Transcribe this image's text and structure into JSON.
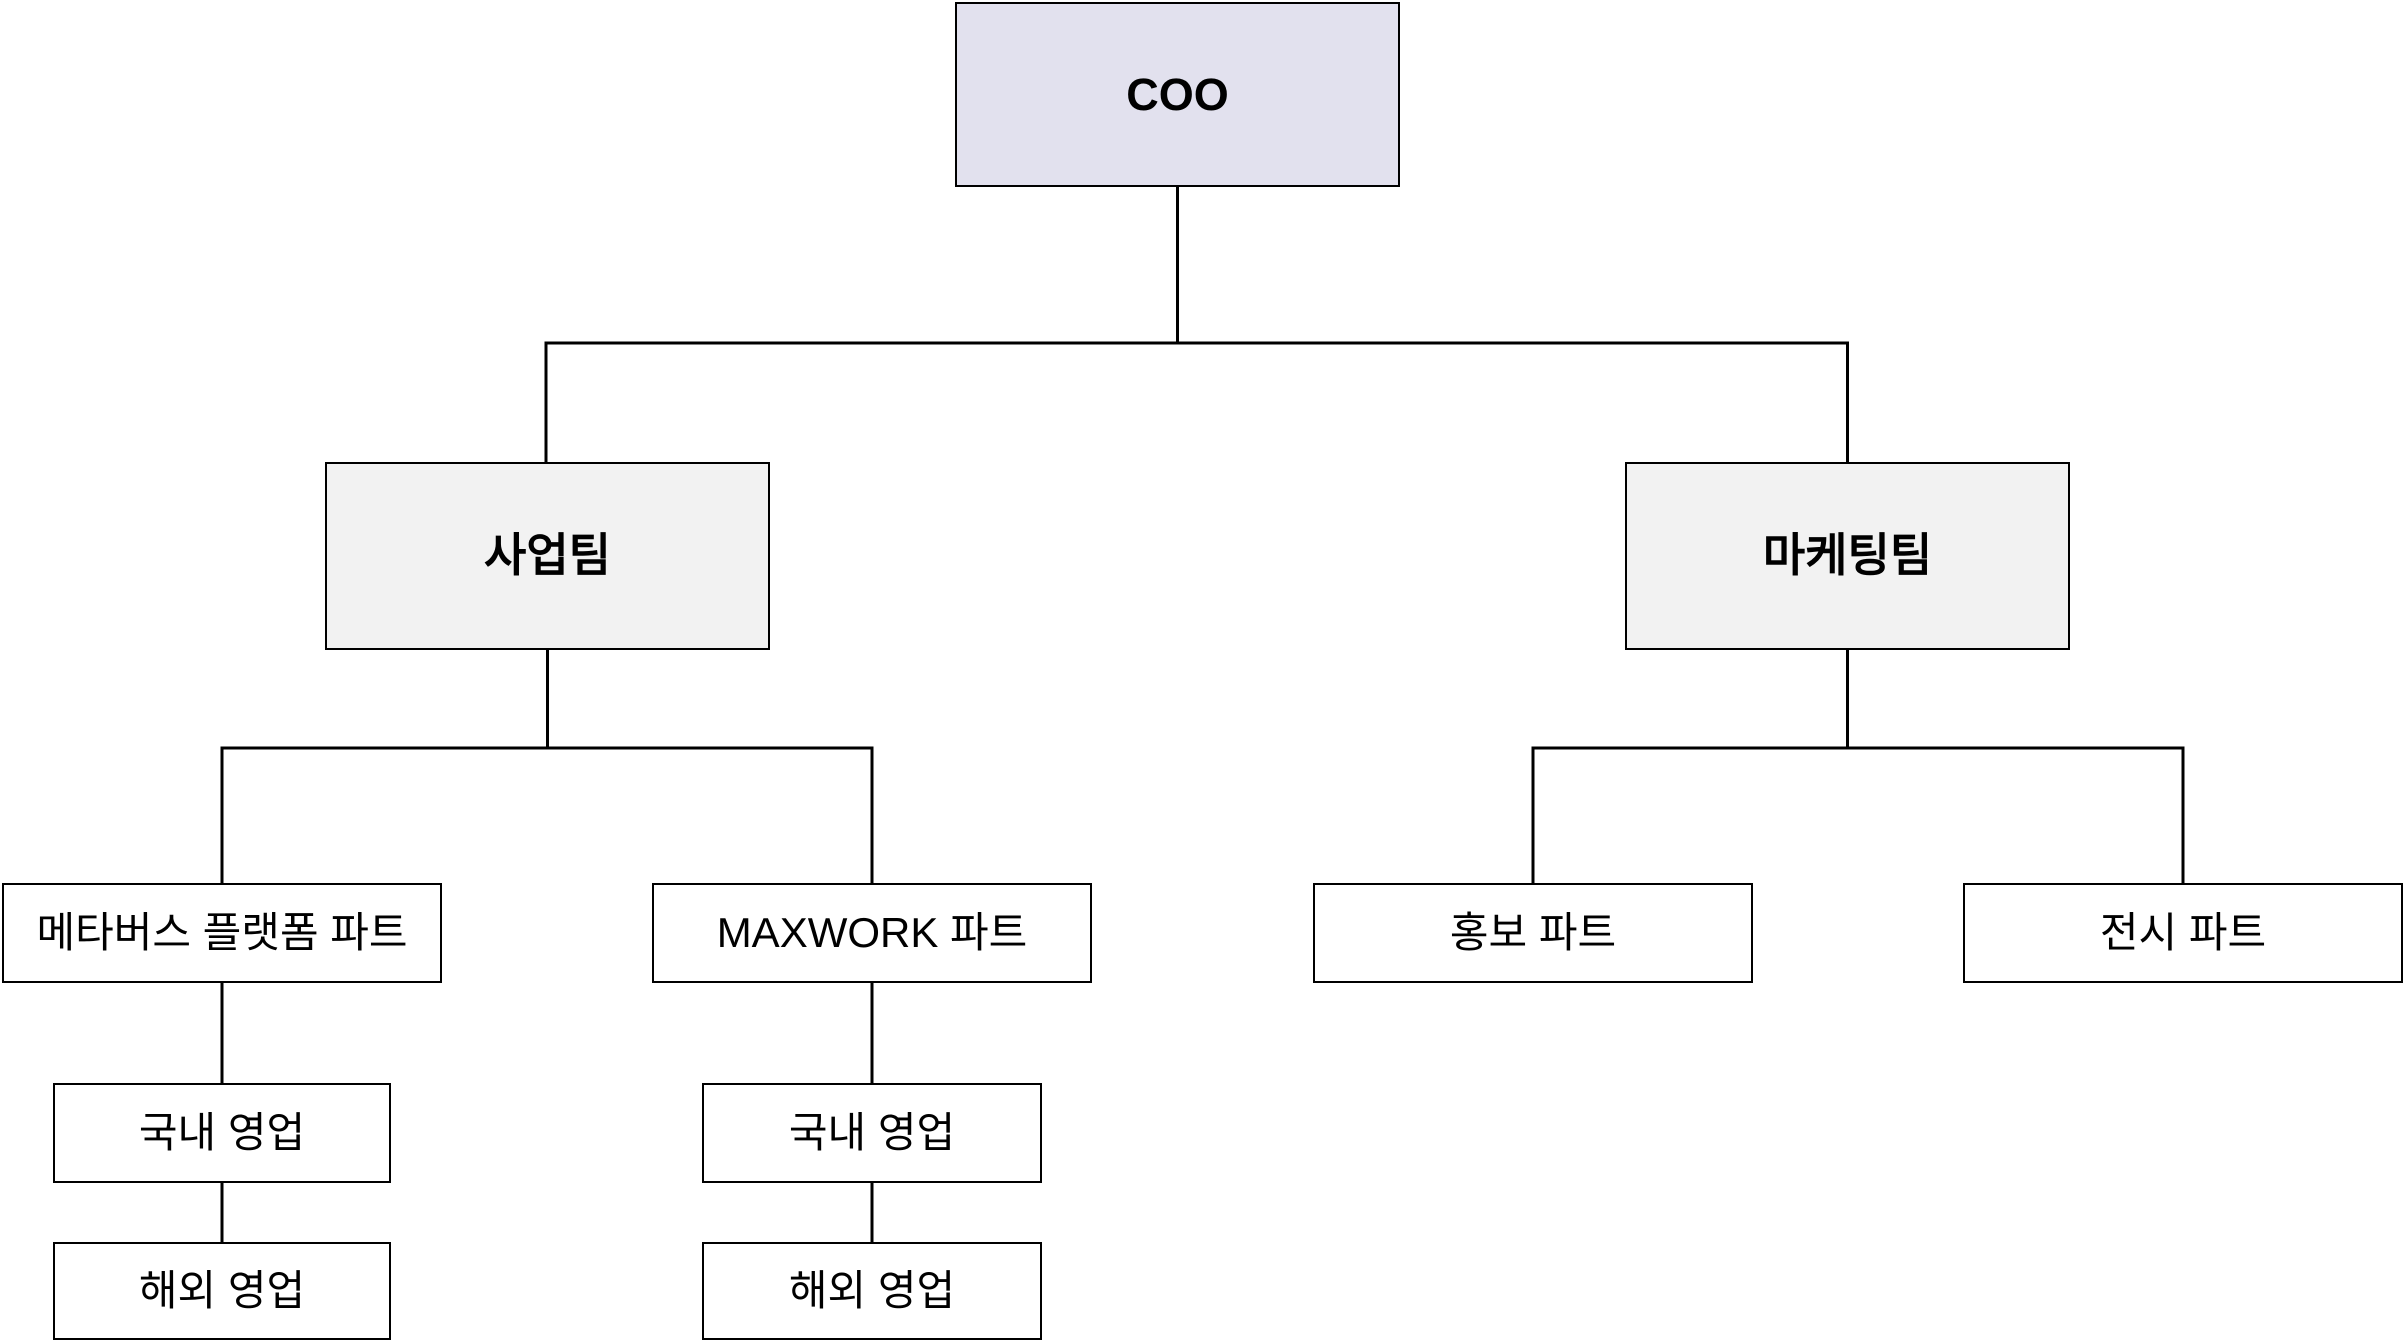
{
  "colors": {
    "background": "#FFFFFF",
    "coo_fill": "#E2E1EE",
    "team_fill": "#F2F2F2",
    "part_fill": "#FFFFFF",
    "line_color": "#000000",
    "text_color": "#000000"
  },
  "org_chart": {
    "type": "org-chart",
    "nodes": [
      {
        "id": "coo",
        "label": "COO",
        "level": 1
      },
      {
        "id": "business-team",
        "label": "사업팀",
        "level": 2
      },
      {
        "id": "marketing-team",
        "label": "마케팅팀",
        "level": 2
      },
      {
        "id": "metaverse-platform-part",
        "label": "메타버스 플랫폼 파트",
        "level": 3
      },
      {
        "id": "maxwork-part",
        "label": "MAXWORK 파트",
        "level": 3
      },
      {
        "id": "pr-part",
        "label": "홍보 파트",
        "level": 3
      },
      {
        "id": "exhibition-part",
        "label": "전시 파트",
        "level": 3
      },
      {
        "id": "metaverse-domestic-sales",
        "label": "국내 영업",
        "level": 4
      },
      {
        "id": "metaverse-overseas-sales",
        "label": "해외 영업",
        "level": 5
      },
      {
        "id": "maxwork-domestic-sales",
        "label": "국내 영업",
        "level": 4
      },
      {
        "id": "maxwork-overseas-sales",
        "label": "해외 영업",
        "level": 5
      }
    ],
    "edges": [
      {
        "from": "coo",
        "to": "business-team"
      },
      {
        "from": "coo",
        "to": "marketing-team"
      },
      {
        "from": "business-team",
        "to": "metaverse-platform-part"
      },
      {
        "from": "business-team",
        "to": "maxwork-part"
      },
      {
        "from": "marketing-team",
        "to": "pr-part"
      },
      {
        "from": "marketing-team",
        "to": "exhibition-part"
      },
      {
        "from": "metaverse-platform-part",
        "to": "metaverse-domestic-sales"
      },
      {
        "from": "metaverse-domestic-sales",
        "to": "metaverse-overseas-sales"
      },
      {
        "from": "maxwork-part",
        "to": "maxwork-domestic-sales"
      },
      {
        "from": "maxwork-domestic-sales",
        "to": "maxwork-overseas-sales"
      }
    ]
  }
}
